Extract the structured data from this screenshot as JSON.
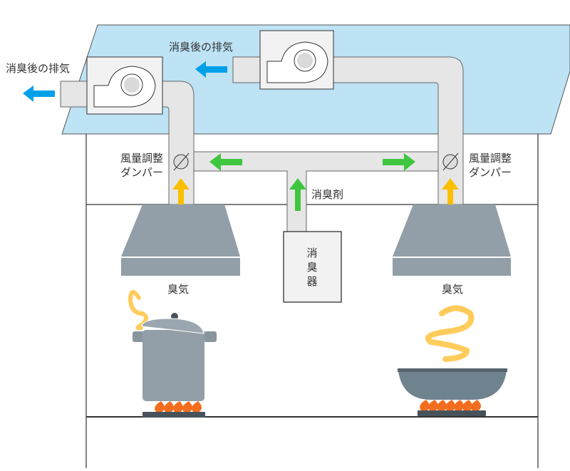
{
  "labels": {
    "exhaust_left": "消臭後の排気",
    "exhaust_right": "消臭後の排気",
    "damper_left_line1": "風量調整",
    "damper_left_line2": "ダンパー",
    "damper_right_line1": "風量調整",
    "damper_right_line2": "ダンパー",
    "deodorant": "消臭剤",
    "deodorizer_1": "消",
    "deodorizer_2": "臭",
    "deodorizer_3": "器",
    "odor_left": "臭気",
    "odor_right": "臭気"
  },
  "colors": {
    "roof": "#bde3f5",
    "duct": "#e6e6e6",
    "exhaust_arrow": "#00a0e9",
    "deodorant_arrow": "#3ec63e",
    "odor_arrow": "#fbbf00",
    "hood": "#929fa8",
    "smell": "#ffcc5c",
    "flame": "#f36d1f"
  }
}
